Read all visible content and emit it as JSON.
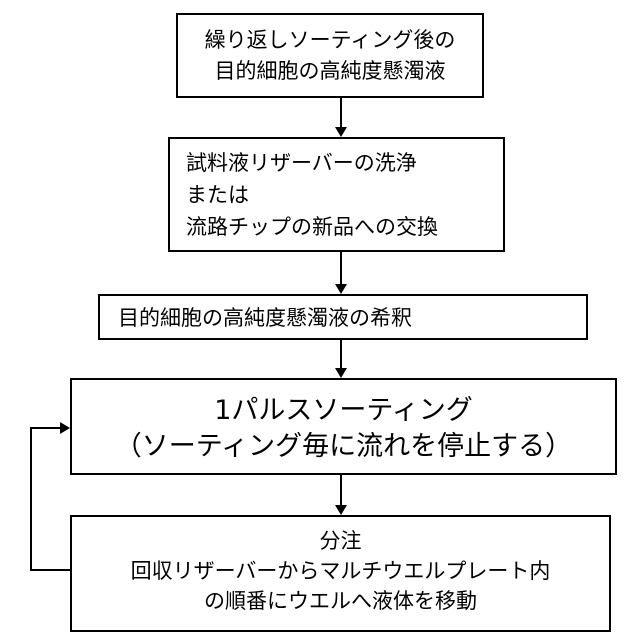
{
  "diagram": {
    "steps": [
      {
        "lines": [
          "繰り返しソーティング後の",
          "目的細胞の高純度懸濁液"
        ]
      },
      {
        "lines": [
          "試料液リザーバーの洗浄",
          "または",
          "流路チップの新品への交換"
        ]
      },
      {
        "lines": [
          "目的細胞の高純度懸濁液の希釈"
        ]
      },
      {
        "lines": [
          "1パルスソーティング",
          "（ソーティング毎に流れを停止する）"
        ]
      },
      {
        "lines": [
          "分注",
          "回収リザーバーからマルチウエルプレート内",
          "の順番にウエルへ液体を移動"
        ]
      }
    ],
    "colors": {
      "stroke": "#000000",
      "background": "#ffffff"
    }
  }
}
